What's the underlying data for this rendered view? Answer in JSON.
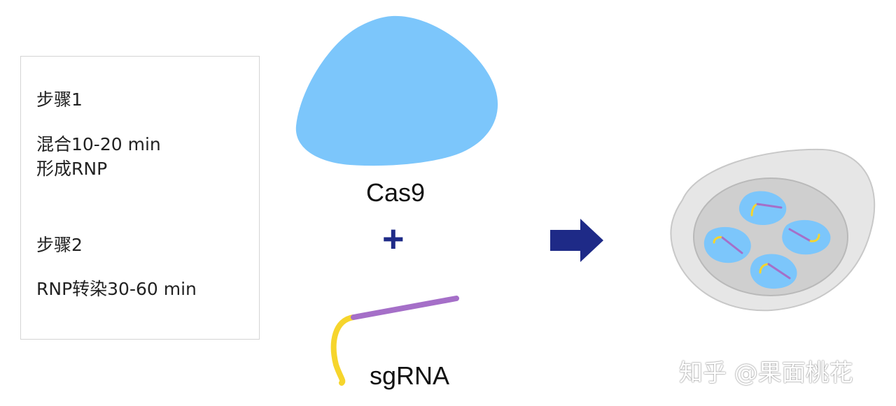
{
  "steps": {
    "step1_title": "步骤1",
    "step1_line1": "混合10-20 min",
    "step1_line2": "形成RNP",
    "step2_title": "步骤2",
    "step2_line1": "RNP转染30-60 min"
  },
  "labels": {
    "cas9": "Cas9",
    "plus": "+",
    "sgrna": "sgRNA"
  },
  "watermark": "知乎 @果面桃花",
  "colors": {
    "cas9_blue": "#7cc6fb",
    "plus_navy": "#1e2a87",
    "arrow_navy": "#1e2a87",
    "sgrna_purple": "#a56fc8",
    "sgrna_yellow": "#f6d52c",
    "cell_outer": "#e6e6e6",
    "cell_inner": "#cfcfcf",
    "box_border": "#d4d4d4"
  },
  "icons": {
    "cas9_protein": "cas9-blob-icon",
    "guide_rna": "sgrna-strand-icon",
    "process_arrow": "right-arrow-icon",
    "cell": "cell-with-rnp-icon"
  }
}
